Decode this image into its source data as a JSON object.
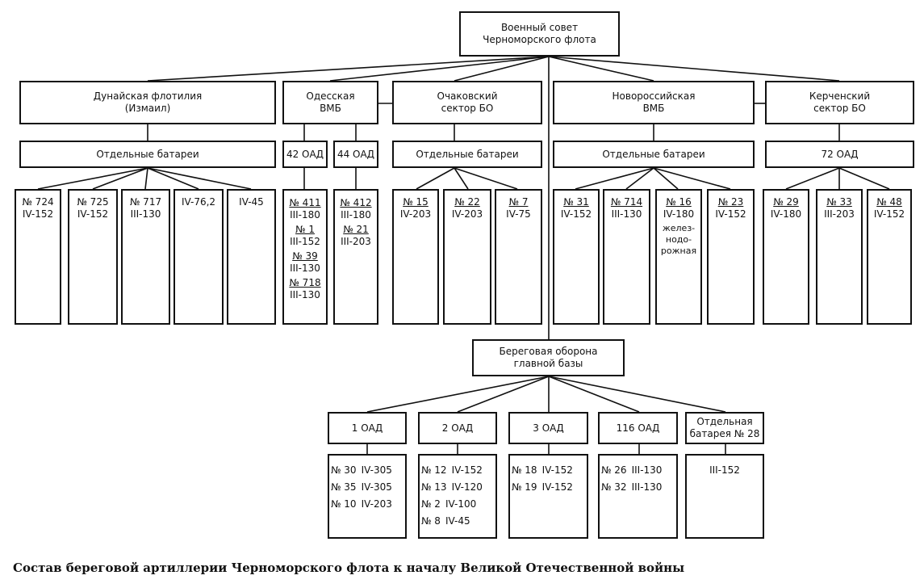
{
  "root": {
    "line1": "Военный совет",
    "line2": "Черноморского флота"
  },
  "commands": [
    {
      "id": "danube",
      "line1": "Дунайская флотилия",
      "line2": "(Измаил)"
    },
    {
      "id": "odessa",
      "line1": "Одесская",
      "line2": "ВМБ"
    },
    {
      "id": "ochakov",
      "line1": "Очаковский",
      "line2": "сектор БО"
    },
    {
      "id": "novoros",
      "line1": "Новороссийская",
      "line2": "ВМБ"
    },
    {
      "id": "kerch",
      "line1": "Керченский",
      "line2": "сектор БО"
    }
  ],
  "groups": [
    {
      "id": "danube",
      "label": "Отдельные батареи"
    },
    {
      "id": "odessa-42",
      "label": "42 ОАД"
    },
    {
      "id": "odessa-44",
      "label": "44 ОАД"
    },
    {
      "id": "ochakov",
      "label": "Отдельные батареи"
    },
    {
      "id": "novoros",
      "label": "Отдельные батареи"
    },
    {
      "id": "kerch",
      "label": "72 ОАД"
    }
  ],
  "batteries": {
    "danube": [
      {
        "name": "№ 724",
        "spec": "IV-152"
      },
      {
        "name": "№ 725",
        "spec": "IV-152"
      },
      {
        "name": "№ 717",
        "spec": "III-130"
      },
      {
        "name": "",
        "spec": "IV-76,2"
      },
      {
        "name": "",
        "spec": "IV-45"
      }
    ],
    "odessa42": [
      {
        "name": "№ 411",
        "spec": "III-180"
      },
      {
        "name": "№ 1",
        "spec": "III-152"
      },
      {
        "name": "№ 39",
        "spec": "III-130"
      },
      {
        "name": "№ 718",
        "spec": "III-130"
      }
    ],
    "odessa44": [
      {
        "name": "№ 412",
        "spec": "III-180"
      },
      {
        "name": "№ 21",
        "spec": "III-203"
      }
    ],
    "ochakov": [
      {
        "name": "№ 15",
        "spec": "IV-203"
      },
      {
        "name": "№ 22",
        "spec": "IV-203"
      },
      {
        "name": "№ 7",
        "spec": "IV-75"
      }
    ],
    "novoros": [
      {
        "name": "№ 31",
        "spec": "IV-152"
      },
      {
        "name": "№ 714",
        "spec": "III-130"
      },
      {
        "name": "№ 16",
        "spec": "IV-180",
        "note": [
          "желез-",
          "нодо-",
          "рожная"
        ]
      },
      {
        "name": "№ 23",
        "spec": "IV-152"
      }
    ],
    "kerch": [
      {
        "name": "№ 29",
        "spec": "IV-180"
      },
      {
        "name": "№ 33",
        "spec": "III-203"
      },
      {
        "name": "№ 48",
        "spec": "IV-152"
      }
    ]
  },
  "main_base": {
    "line1": "Береговая оборона",
    "line2": "главной базы"
  },
  "main_units": [
    {
      "id": "oad1",
      "label": "1 ОАД",
      "rows": [
        {
          "name": "№ 30",
          "spec": "IV-305"
        },
        {
          "name": "№ 35",
          "spec": "IV-305"
        },
        {
          "name": "№ 10",
          "spec": "IV-203"
        }
      ]
    },
    {
      "id": "oad2",
      "label": "2 ОАД",
      "rows": [
        {
          "name": "№ 12",
          "spec": "IV-152"
        },
        {
          "name": "№ 13",
          "spec": "IV-120"
        },
        {
          "name": "№ 2",
          "spec": "IV-100"
        },
        {
          "name": "№ 8",
          "spec": "IV-45"
        }
      ]
    },
    {
      "id": "oad3",
      "label": "3 ОАД",
      "rows": [
        {
          "name": "№ 18",
          "spec": "IV-152"
        },
        {
          "name": "№ 19",
          "spec": "IV-152"
        }
      ]
    },
    {
      "id": "oad116",
      "label": "116 ОАД",
      "rows": [
        {
          "name": "№ 26",
          "spec": "III-130"
        },
        {
          "name": "№ 32",
          "spec": "III-130"
        }
      ]
    },
    {
      "id": "bat28",
      "label_line1": "Отдельная",
      "label_line2": "батарея № 28",
      "rows": [
        {
          "name": "",
          "spec": "III-152"
        }
      ]
    }
  ],
  "caption": "Состав береговой артиллерии Черноморского флота к началу Великой Отечественной войны"
}
